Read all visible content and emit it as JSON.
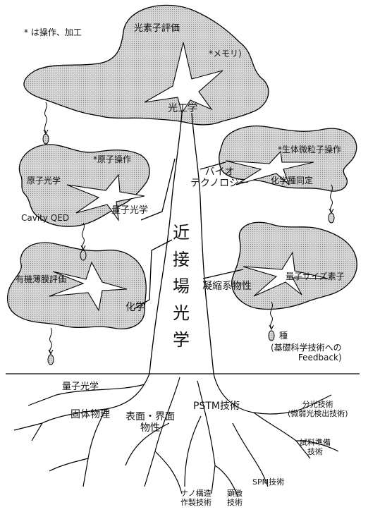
{
  "legend_note": "* は操作、加工",
  "trunk_title": [
    "近",
    "接",
    "場",
    "光",
    "学"
  ],
  "branches": {
    "optics": {
      "name": "光工学",
      "items": [
        "光素子評価",
        "*メモリ)"
      ]
    },
    "bio": {
      "name_lines": [
        "バイオ",
        "テクノロジー"
      ],
      "items": [
        "*生体微粒子操作",
        "化学種同定"
      ]
    },
    "quantum": {
      "name": "量子光学",
      "items": [
        "*原子操作",
        "原子光学",
        "Cavity QED"
      ]
    },
    "condensed": {
      "name": "凝縮系物性",
      "items": [
        "量子サイズ素子"
      ]
    },
    "chem": {
      "name": "化学",
      "items": [
        "有機薄膜評価"
      ]
    }
  },
  "seed_legend": {
    "title": "種",
    "note_lines": [
      "(基礎科学技術への",
      "Feedback)"
    ]
  },
  "roots": {
    "quantum_optics": "量子光学",
    "solid_state": "固体物理",
    "surface_lines": [
      "表面・界面",
      "物性"
    ],
    "pstm": "PSTM技術",
    "spectro_lines": [
      "分光技術",
      "(微弱光検出技術)"
    ],
    "sample_lines": [
      "試料準備",
      "技術"
    ],
    "spm": "SPM技術",
    "nano_lines": [
      "ナノ構造",
      "作製技術"
    ],
    "microscopy_lines": [
      "顕微",
      "技術"
    ]
  }
}
